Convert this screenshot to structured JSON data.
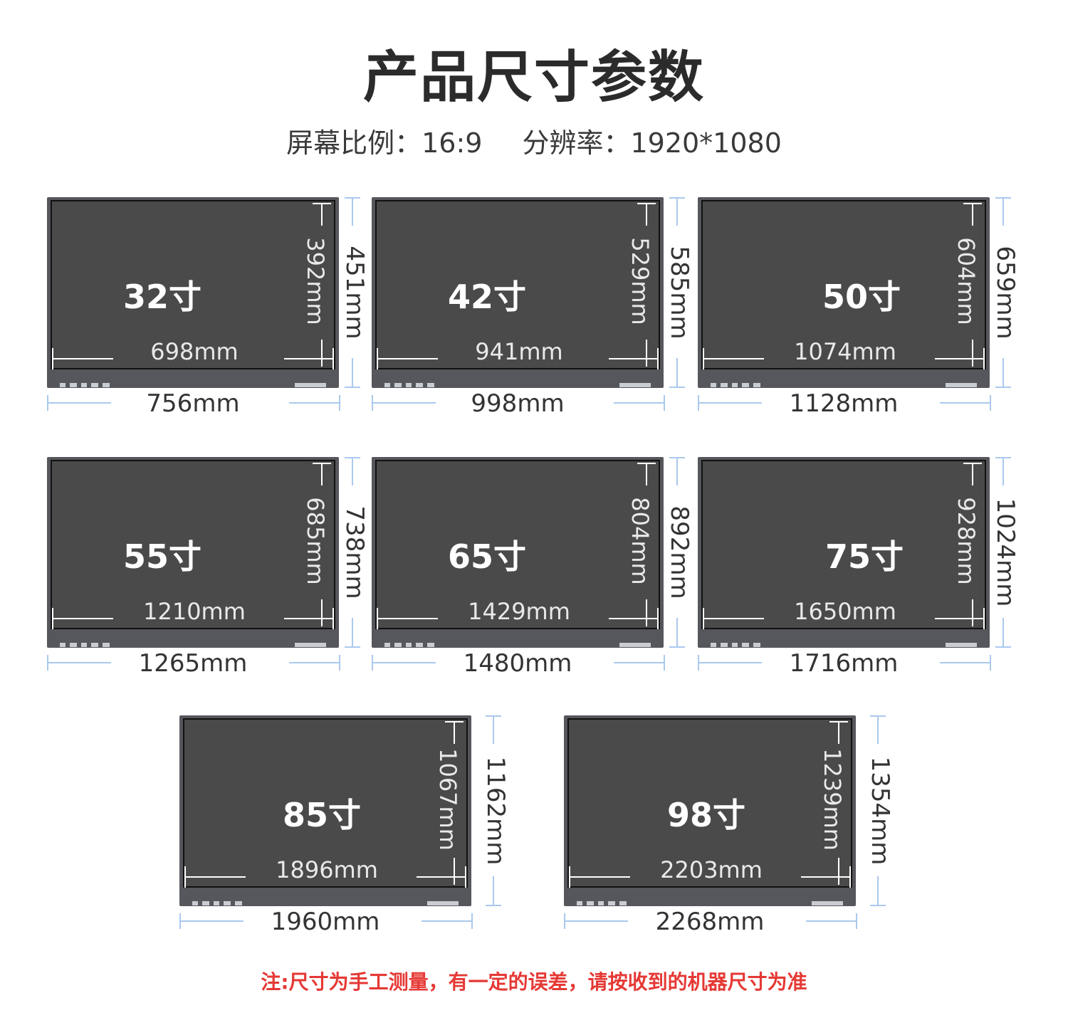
{
  "title": "产品尺寸参数",
  "specs": {
    "ratio_label": "屏幕比例：",
    "ratio_value": "16:9",
    "resolution_label": "分辨率：",
    "resolution_value": "1920*1080"
  },
  "products": [
    {
      "size": "32寸",
      "screen_width": "698mm",
      "screen_height": "392mm",
      "outer_width": "756mm",
      "outer_height": "451mm"
    },
    {
      "size": "42寸",
      "screen_width": "941mm",
      "screen_height": "529mm",
      "outer_width": "998mm",
      "outer_height": "585mm"
    },
    {
      "size": "50寸",
      "screen_width": "1074mm",
      "screen_height": "604mm",
      "outer_width": "1128mm",
      "outer_height": "659mm"
    },
    {
      "size": "55寸",
      "screen_width": "1210mm",
      "screen_height": "685mm",
      "outer_width": "1265mm",
      "outer_height": "738mm"
    },
    {
      "size": "65寸",
      "screen_width": "1429mm",
      "screen_height": "804mm",
      "outer_width": "1480mm",
      "outer_height": "892mm"
    },
    {
      "size": "75寸",
      "screen_width": "1650mm",
      "screen_height": "928mm",
      "outer_width": "1716mm",
      "outer_height": "1024mm"
    },
    {
      "size": "85寸",
      "screen_width": "1896mm",
      "screen_height": "1067mm",
      "outer_width": "1960mm",
      "outer_height": "1162mm"
    },
    {
      "size": "98寸",
      "screen_width": "2203mm",
      "screen_height": "1239mm",
      "outer_width": "2268mm",
      "outer_height": "1354mm"
    }
  ],
  "note": "注:尺寸为手工测量，有一定的误差，请按收到的机器尺寸为准"
}
